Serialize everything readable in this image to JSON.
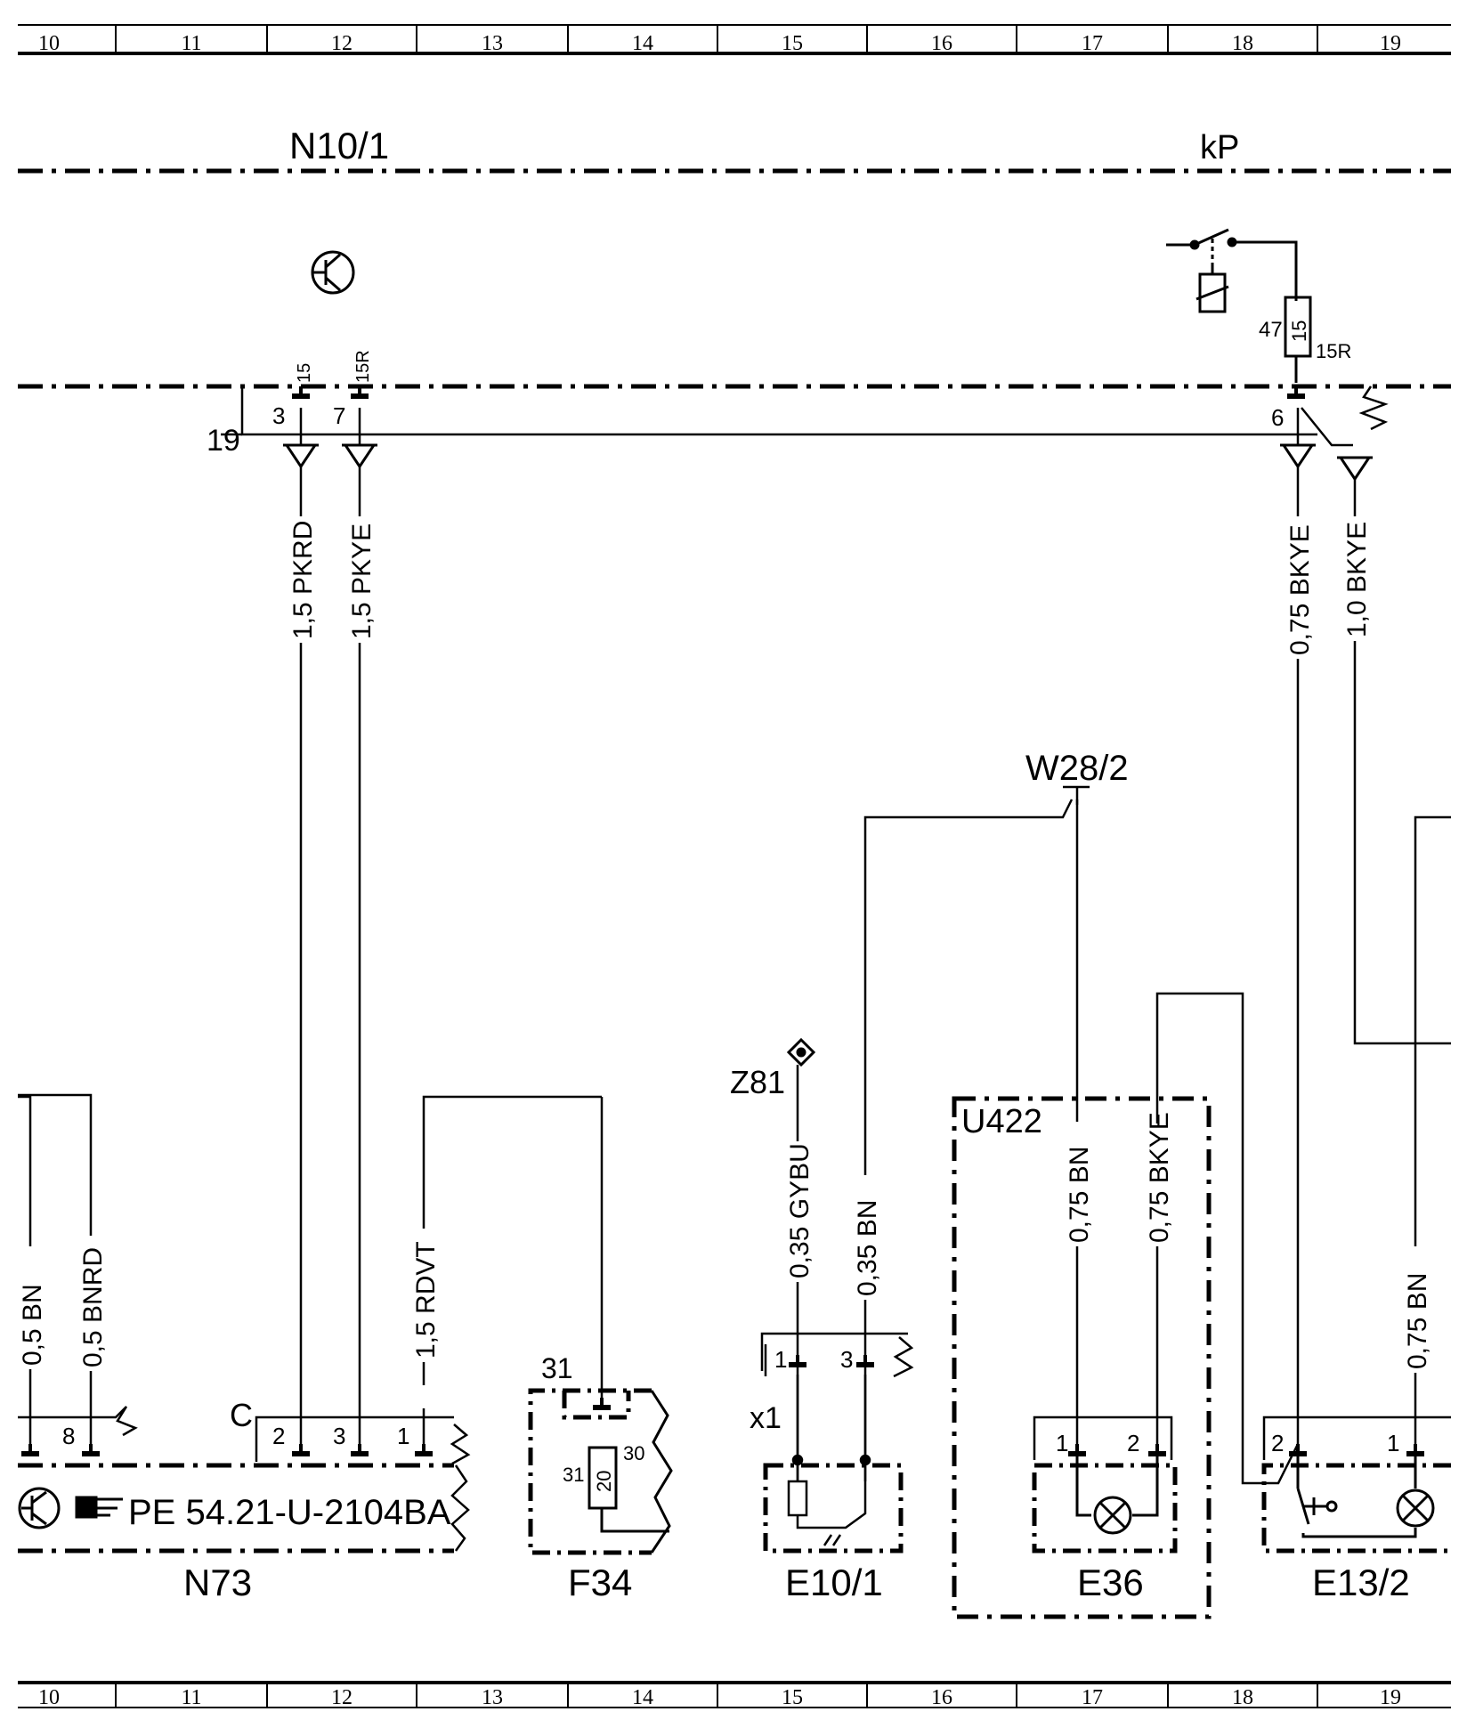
{
  "grid": {
    "top": [
      "10",
      "11",
      "12",
      "13",
      "14",
      "15",
      "16",
      "17",
      "18",
      "19"
    ],
    "bottom": [
      "10",
      "11",
      "12",
      "13",
      "14",
      "15",
      "16",
      "17",
      "18",
      "19"
    ]
  },
  "labels": {
    "n10": "N10/1",
    "kp": "kP",
    "bus_num": "19",
    "pin3_top": "3",
    "pin7_top": "7",
    "pin15": "15",
    "pin15r": "15R",
    "fuse_num": "47",
    "fuse_val": "15",
    "fuse_15r": "15R",
    "pin6": "6",
    "w282": "W28/2",
    "z81": "Z81",
    "x1": "x1",
    "u422": "U422",
    "c": "C",
    "n73_pin8": "8",
    "n73_pin2": "2",
    "n73_pin3": "3",
    "n73_pin1": "1",
    "f34_31a": "31",
    "f34_31b": "31",
    "f34_30": "30",
    "f34_20": "20",
    "e101_pin1": "1",
    "e101_pin3": "3",
    "e36_pin1": "1",
    "e36_pin2": "2",
    "e132_pin2": "2",
    "e132_pin1": "1",
    "n73": "N73",
    "f34": "F34",
    "e101": "E10/1",
    "e36": "E36",
    "e132": "E13/2",
    "pe_ref": "PE 54.21-U-2104BA"
  },
  "wires": {
    "w_pkrd": "1,5 PKRD",
    "w_pkye": "1,5 PKYE",
    "w_bkye075": "0,75 BKYE",
    "w_bkye10": "1,0 BKYE",
    "w_bn05": "0,5 BN",
    "w_bnrd": "0,5 BNRD",
    "w_rdvt": "1,5 RDVT",
    "w_gybu": "0,35 GYBU",
    "w_bn035": "0,35 BN",
    "w_bn075a": "0,75 BN",
    "w_bkye075b": "0,75 BKYE",
    "w_bn075b": "0,75 BN"
  }
}
